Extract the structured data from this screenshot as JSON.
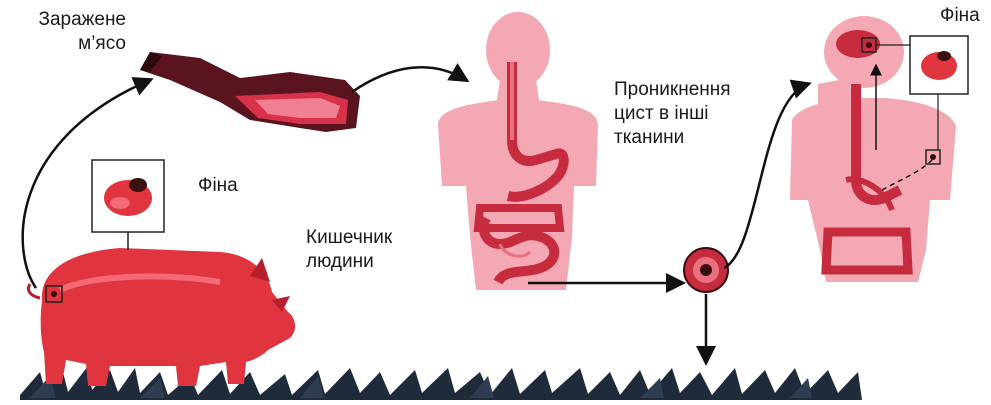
{
  "labels": {
    "infected_meat": "Заражене\nм’ясо",
    "fina_pig": "Фіна",
    "fina_head": "Фіна",
    "human_intestine": "Кишечник\nлюдини",
    "cyst_penetration": "Проникнення\nцист в інші\nтканини"
  },
  "colors": {
    "pig": "#e0343f",
    "pig_dark": "#b81f2c",
    "body": "#f4a8b4",
    "organ": "#c62c3e",
    "organ_light": "#e8707f",
    "meat_dark": "#5a1420",
    "meat_red": "#d8324a",
    "meat_light": "#f07f92",
    "grass": "#1f2a3a",
    "arrow": "#111111"
  }
}
